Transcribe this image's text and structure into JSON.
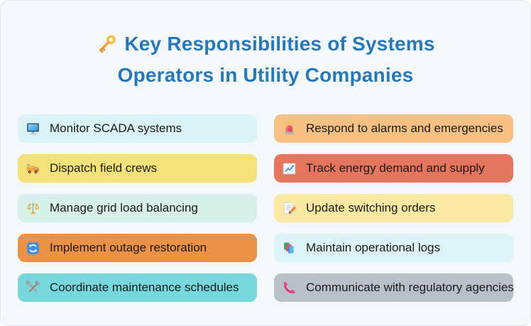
{
  "page": {
    "background": "#f3f8fb",
    "border_color": "#e3e9ee",
    "text_color": "#1b1b1b"
  },
  "header": {
    "icon": "key-icon",
    "title_line1": "Key Responsibilities of Systems",
    "title_line2": "Operators in Utility Companies",
    "title_color": "#2878b9"
  },
  "columns": [
    {
      "cards": [
        {
          "label": "Monitor SCADA systems",
          "icon": "desktop-computer-icon",
          "bg": "#daf3f8"
        },
        {
          "label": "Dispatch field crews",
          "icon": "delivery-truck-icon",
          "bg": "#f5e179"
        },
        {
          "label": "Manage grid load balancing",
          "icon": "balance-scale-icon",
          "bg": "#d7f0ea"
        },
        {
          "label": "Implement outage restoration",
          "icon": "counterclockwise-arrows-icon",
          "bg": "#ec9247"
        },
        {
          "label": "Coordinate maintenance schedules",
          "icon": "hammer-and-wrench-icon",
          "bg": "#78d7dd"
        }
      ]
    },
    {
      "cards": [
        {
          "label": "Respond to alarms and emergencies",
          "icon": "rotating-light-icon",
          "bg": "#f8c083"
        },
        {
          "label": "Track energy demand and supply",
          "icon": "chart-increasing-icon",
          "bg": "#e5755e"
        },
        {
          "label": "Update switching orders",
          "icon": "memo-icon",
          "bg": "#fbe9a3"
        },
        {
          "label": "Maintain operational logs",
          "icon": "books-icon",
          "bg": "#dcf4f9"
        },
        {
          "label": "Communicate with regulatory agencies",
          "icon": "telephone-icon",
          "bg": "#b9c0c7"
        }
      ]
    }
  ]
}
